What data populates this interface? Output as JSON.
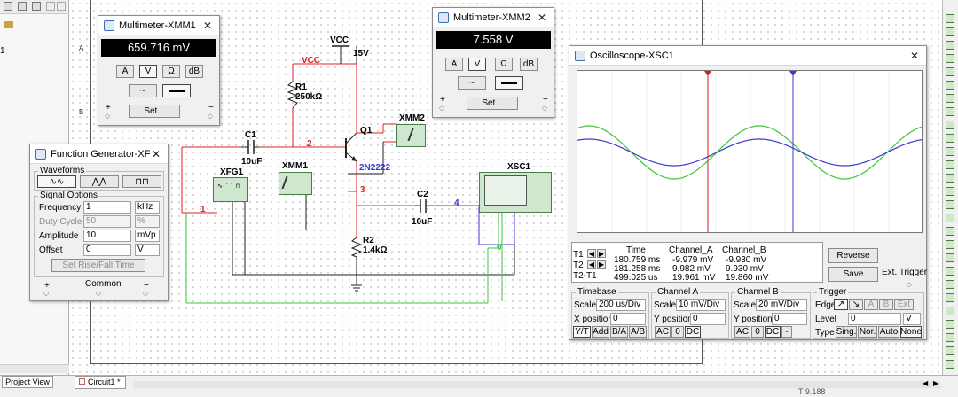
{
  "tabs": {
    "project_view": "Project View",
    "circuit": "Circuit1 *"
  },
  "status": {
    "right_text": "T  9.188"
  },
  "circuit": {
    "vcc_label": "VCC",
    "vcc_value": "15V",
    "vcc_net": "VCC",
    "r1_name": "R1",
    "r1_value": "250kΩ",
    "r2_name": "R2",
    "r2_value": "1.4kΩ",
    "c1_name": "C1",
    "c1_value": "10uF",
    "c2_name": "C2",
    "c2_value": "10uF",
    "q1_name": "Q1",
    "q1_type": "2N2222",
    "xfg1": "XFG1",
    "xmm1": "XMM1",
    "xmm2": "XMM2",
    "xsc1": "XSC1",
    "net_1": "1",
    "net_2": "2",
    "net_3": "3",
    "net_4": "4",
    "net_0": "0",
    "ruler_a": "A",
    "ruler_b": "B"
  },
  "xmm1": {
    "title": "Multimeter-XMM1",
    "reading": "659.716 mV",
    "modes": [
      "A",
      "V",
      "Ω",
      "dB"
    ],
    "selected_mode": "V",
    "set_label": "Set...",
    "plus": "+",
    "minus": "−"
  },
  "xmm2": {
    "title": "Multimeter-XMM2",
    "reading": "7.558 V",
    "modes": [
      "A",
      "V",
      "Ω",
      "dB"
    ],
    "selected_mode": "V",
    "set_label": "Set...",
    "plus": "+",
    "minus": "−"
  },
  "fg": {
    "title": "Function Generator-XF...",
    "waveforms_label": "Waveforms",
    "signal_options_label": "Signal Options",
    "rows": [
      {
        "label": "Frequency",
        "value": "1",
        "unit": "kHz"
      },
      {
        "label": "Duty Cycle",
        "value": "50",
        "unit": "%"
      },
      {
        "label": "Amplitude",
        "value": "10",
        "unit": "mVp"
      },
      {
        "label": "Offset",
        "value": "0",
        "unit": "V"
      }
    ],
    "rise_fall": "Set Rise/Fall Time",
    "common": "Common",
    "plus": "+",
    "minus": "−"
  },
  "scope": {
    "title": "Oscilloscope-XSC1",
    "cursor_head": [
      "Time",
      "Channel_A",
      "Channel_B"
    ],
    "cursor_rows": [
      {
        "label": "T1",
        "time": "180.759 ms",
        "a": "-9.979 mV",
        "b": "-9.930 mV"
      },
      {
        "label": "T2",
        "time": "181.258 ms",
        "a": "9.982 mV",
        "b": "9.930 mV"
      },
      {
        "label": "T2-T1",
        "time": "499.025 us",
        "a": "19.961 mV",
        "b": "19.860 mV"
      }
    ],
    "reverse": "Reverse",
    "save": "Save",
    "ext_trigger": "Ext. Trigger",
    "timebase": {
      "label": "Timebase",
      "scale_label": "Scale",
      "scale": "200 us/Div",
      "pos_label": "X position",
      "pos": "0",
      "modes": [
        "Y/T",
        "Add",
        "B/A",
        "A/B"
      ]
    },
    "channel_a": {
      "label": "Channel A",
      "scale_label": "Scale",
      "scale": "10 mV/Div",
      "pos_label": "Y position",
      "pos": "0",
      "coupling": [
        "AC",
        "0",
        "DC"
      ]
    },
    "channel_b": {
      "label": "Channel B",
      "scale_label": "Scale",
      "scale": "20 mV/Div",
      "pos_label": "Y position",
      "pos": "0",
      "coupling": [
        "AC",
        "0",
        "DC",
        "-"
      ]
    },
    "trigger": {
      "label": "Trigger",
      "edge_label": "Edge",
      "edge_btns": [
        "A",
        "B",
        "Ext"
      ],
      "level_label": "Level",
      "level": "0",
      "level_unit": "V",
      "type_label": "Type",
      "types": [
        "Sing.",
        "Nor.",
        "Auto",
        "None"
      ]
    },
    "colors": {
      "channel_a": "#3fc33f",
      "channel_b": "#3a3ad6",
      "t1_cursor": "#d62020",
      "t2_cursor": "#3a3ad6"
    }
  },
  "left_panel": {
    "item": "1"
  }
}
